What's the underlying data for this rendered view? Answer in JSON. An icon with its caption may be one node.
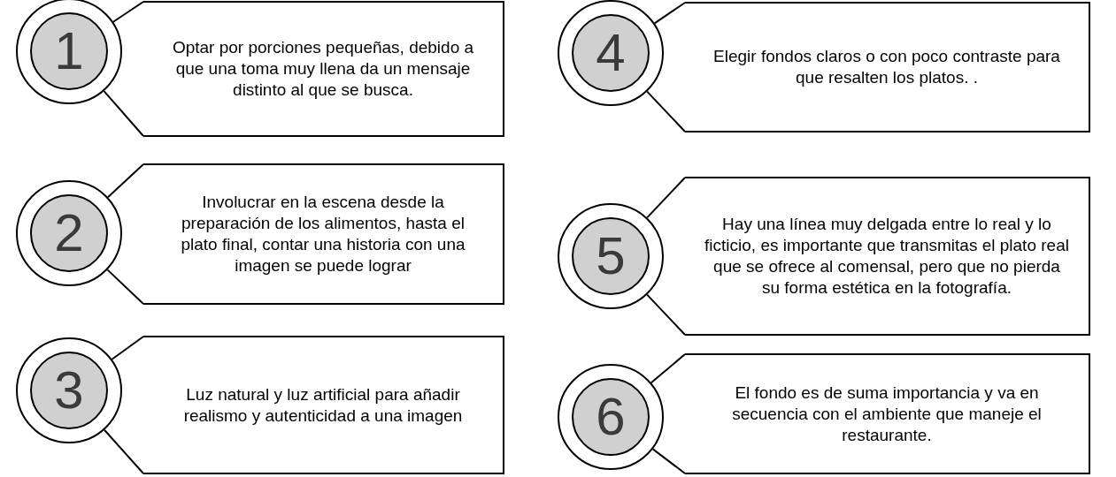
{
  "diagram": {
    "nodes": [
      {
        "text": [
          "1"
        ]
      },
      {
        "text": [
          "Optar por porciones pequeñas, debido a que una toma muy llena da un mensaje distinto al que se busca."
        ]
      },
      {
        "text": [
          "2"
        ]
      },
      {
        "text": [
          "Involucrar en la escena desde la preparación de los alimentos, hasta el plato final, contar una historia con una imagen se puede lograr"
        ]
      },
      {
        "text": [
          "3"
        ]
      },
      {
        "text": [
          "Luz natural y luz artificial para añadir realismo y autenticidad a una imagen"
        ]
      },
      {
        "text": [
          "4"
        ]
      },
      {
        "text": [
          "Elegir fondos claros o con poco contraste para que resalten los platos. ."
        ]
      },
      {
        "text": [
          "5"
        ]
      },
      {
        "text": [
          "Hay una línea muy delgada entre lo real y lo ficticio, es importante que transmitas el plato real que se ofrece al comensal, pero que no pierda su forma estética en la fotografía."
        ]
      },
      {
        "text": [
          "6"
        ]
      },
      {
        "text": [
          "El fondo es de suma importancia y va en secuencia con el ambiente que maneje el restaurante."
        ]
      }
    ],
    "edges": [
      {
        "from": 0,
        "to": 1,
        "arrow": "none"
      },
      {
        "from": 0,
        "to": 1,
        "arrow": "none"
      },
      {
        "from": 2,
        "to": 3,
        "arrow": "none"
      },
      {
        "from": 2,
        "to": 3,
        "arrow": "none"
      },
      {
        "from": 4,
        "to": 5,
        "arrow": "none"
      },
      {
        "from": 4,
        "to": 5,
        "arrow": "none"
      },
      {
        "from": 6,
        "to": 7,
        "arrow": "none"
      },
      {
        "from": 6,
        "to": 7,
        "arrow": "none"
      },
      {
        "from": 8,
        "to": 9,
        "arrow": "none"
      },
      {
        "from": 8,
        "to": 9,
        "arrow": "none"
      },
      {
        "from": 10,
        "to": 11,
        "arrow": "none"
      },
      {
        "from": 10,
        "to": 11,
        "arrow": "none"
      }
    ]
  }
}
